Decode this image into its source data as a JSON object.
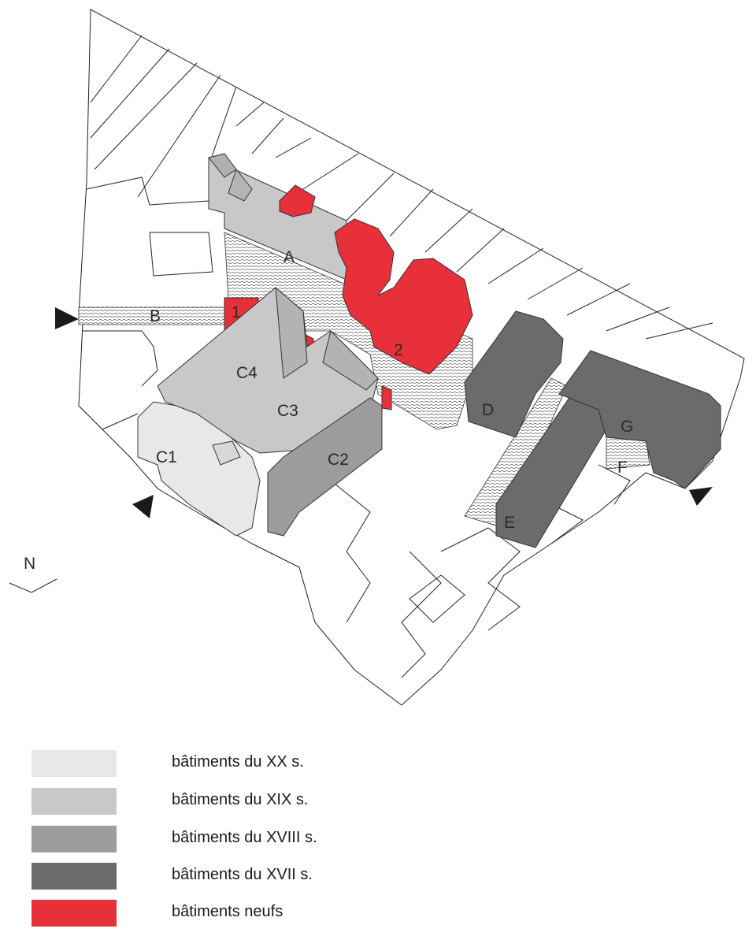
{
  "labels": {
    "A": "A",
    "B": "B",
    "C1": "C1",
    "C2": "C2",
    "C3": "C3",
    "C4": "C4",
    "D": "D",
    "E": "E",
    "F": "F",
    "G": "G",
    "n1": "1",
    "n2": "2",
    "north": "N"
  },
  "colors": {
    "xx": "#e8e8e8",
    "xix": "#c8c8c8",
    "xviii": "#9c9c9c",
    "xvii": "#6b6b6b",
    "neufs": "#e8303a"
  },
  "legend": [
    {
      "label": "bâtiments du XX s.",
      "color": "#e8e8e8"
    },
    {
      "label": "bâtiments du XIX s.",
      "color": "#c8c8c8"
    },
    {
      "label": "bâtiments du XVIII s.",
      "color": "#9c9c9c"
    },
    {
      "label": "bâtiments du XVII s.",
      "color": "#6b6b6b"
    },
    {
      "label": "bâtiments neufs",
      "color": "#e8303a"
    }
  ],
  "icons": [
    "arrow-marker-icon",
    "north-arrow-icon"
  ]
}
